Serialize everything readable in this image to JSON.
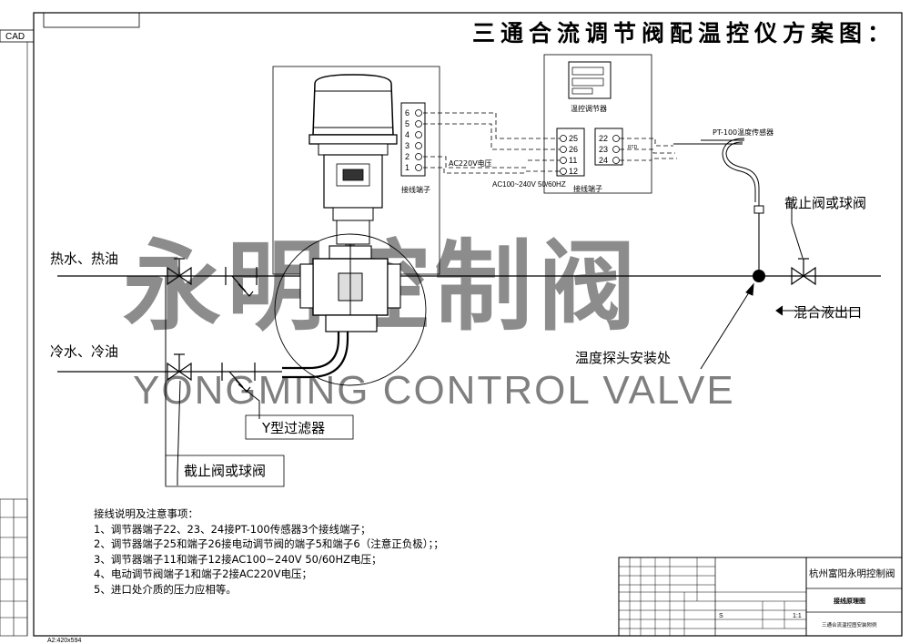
{
  "title": "三通合流调节阀配温控仪方案图：",
  "cad_label": "CAD",
  "paper_size": "A2:420x594",
  "inlets": {
    "hot": "热水、热油",
    "cold": "冷水、冷油"
  },
  "outlet": "混合液出口",
  "labels": {
    "stop_valve_top": "截止阀或球阀",
    "stop_valve_bottom": "截止阀或球阀",
    "y_filter": "Y型过滤器",
    "sensor_mount": "温度探头安装处",
    "pt100": "PT-100温度传感器",
    "controller": "温控调节器",
    "terminal_block": "接线端子",
    "terminal_block2": "接线端子",
    "ac220": "AC220V电压",
    "ac100": "AC100~240V 50/60HZ",
    "rtd": "RTD"
  },
  "actuator_terminals": [
    "6",
    "5",
    "4",
    "3",
    "2",
    "1"
  ],
  "controller_terminals_left": [
    "25",
    "26",
    "11",
    "12"
  ],
  "controller_terminals_right": [
    "22",
    "23",
    "24"
  ],
  "watermark": {
    "cn": "永明控制阀",
    "en": "YONGMING CONTROL VALVE"
  },
  "notes": {
    "heading": "接线说明及注意事项：",
    "items": [
      "1、调节器端子22、23、24接PT-100传感器3个接线端子；",
      "2、调节器端子25和端子26接电动调节阀的端子5和端子6（注意正负极）；；",
      "3、调节器端子11和端子12接AC100~240V 50/60HZ电压；",
      "4、电动调节阀端子1和端子2接AC220V电压；",
      "5、进口处介质的压力应相等。"
    ]
  },
  "title_block": {
    "company": "杭州富阳永明控制阀",
    "drawing": "接线原理图",
    "subtitle": "三通合流温控图安装附例",
    "scale": "1:1",
    "mark": "S"
  }
}
